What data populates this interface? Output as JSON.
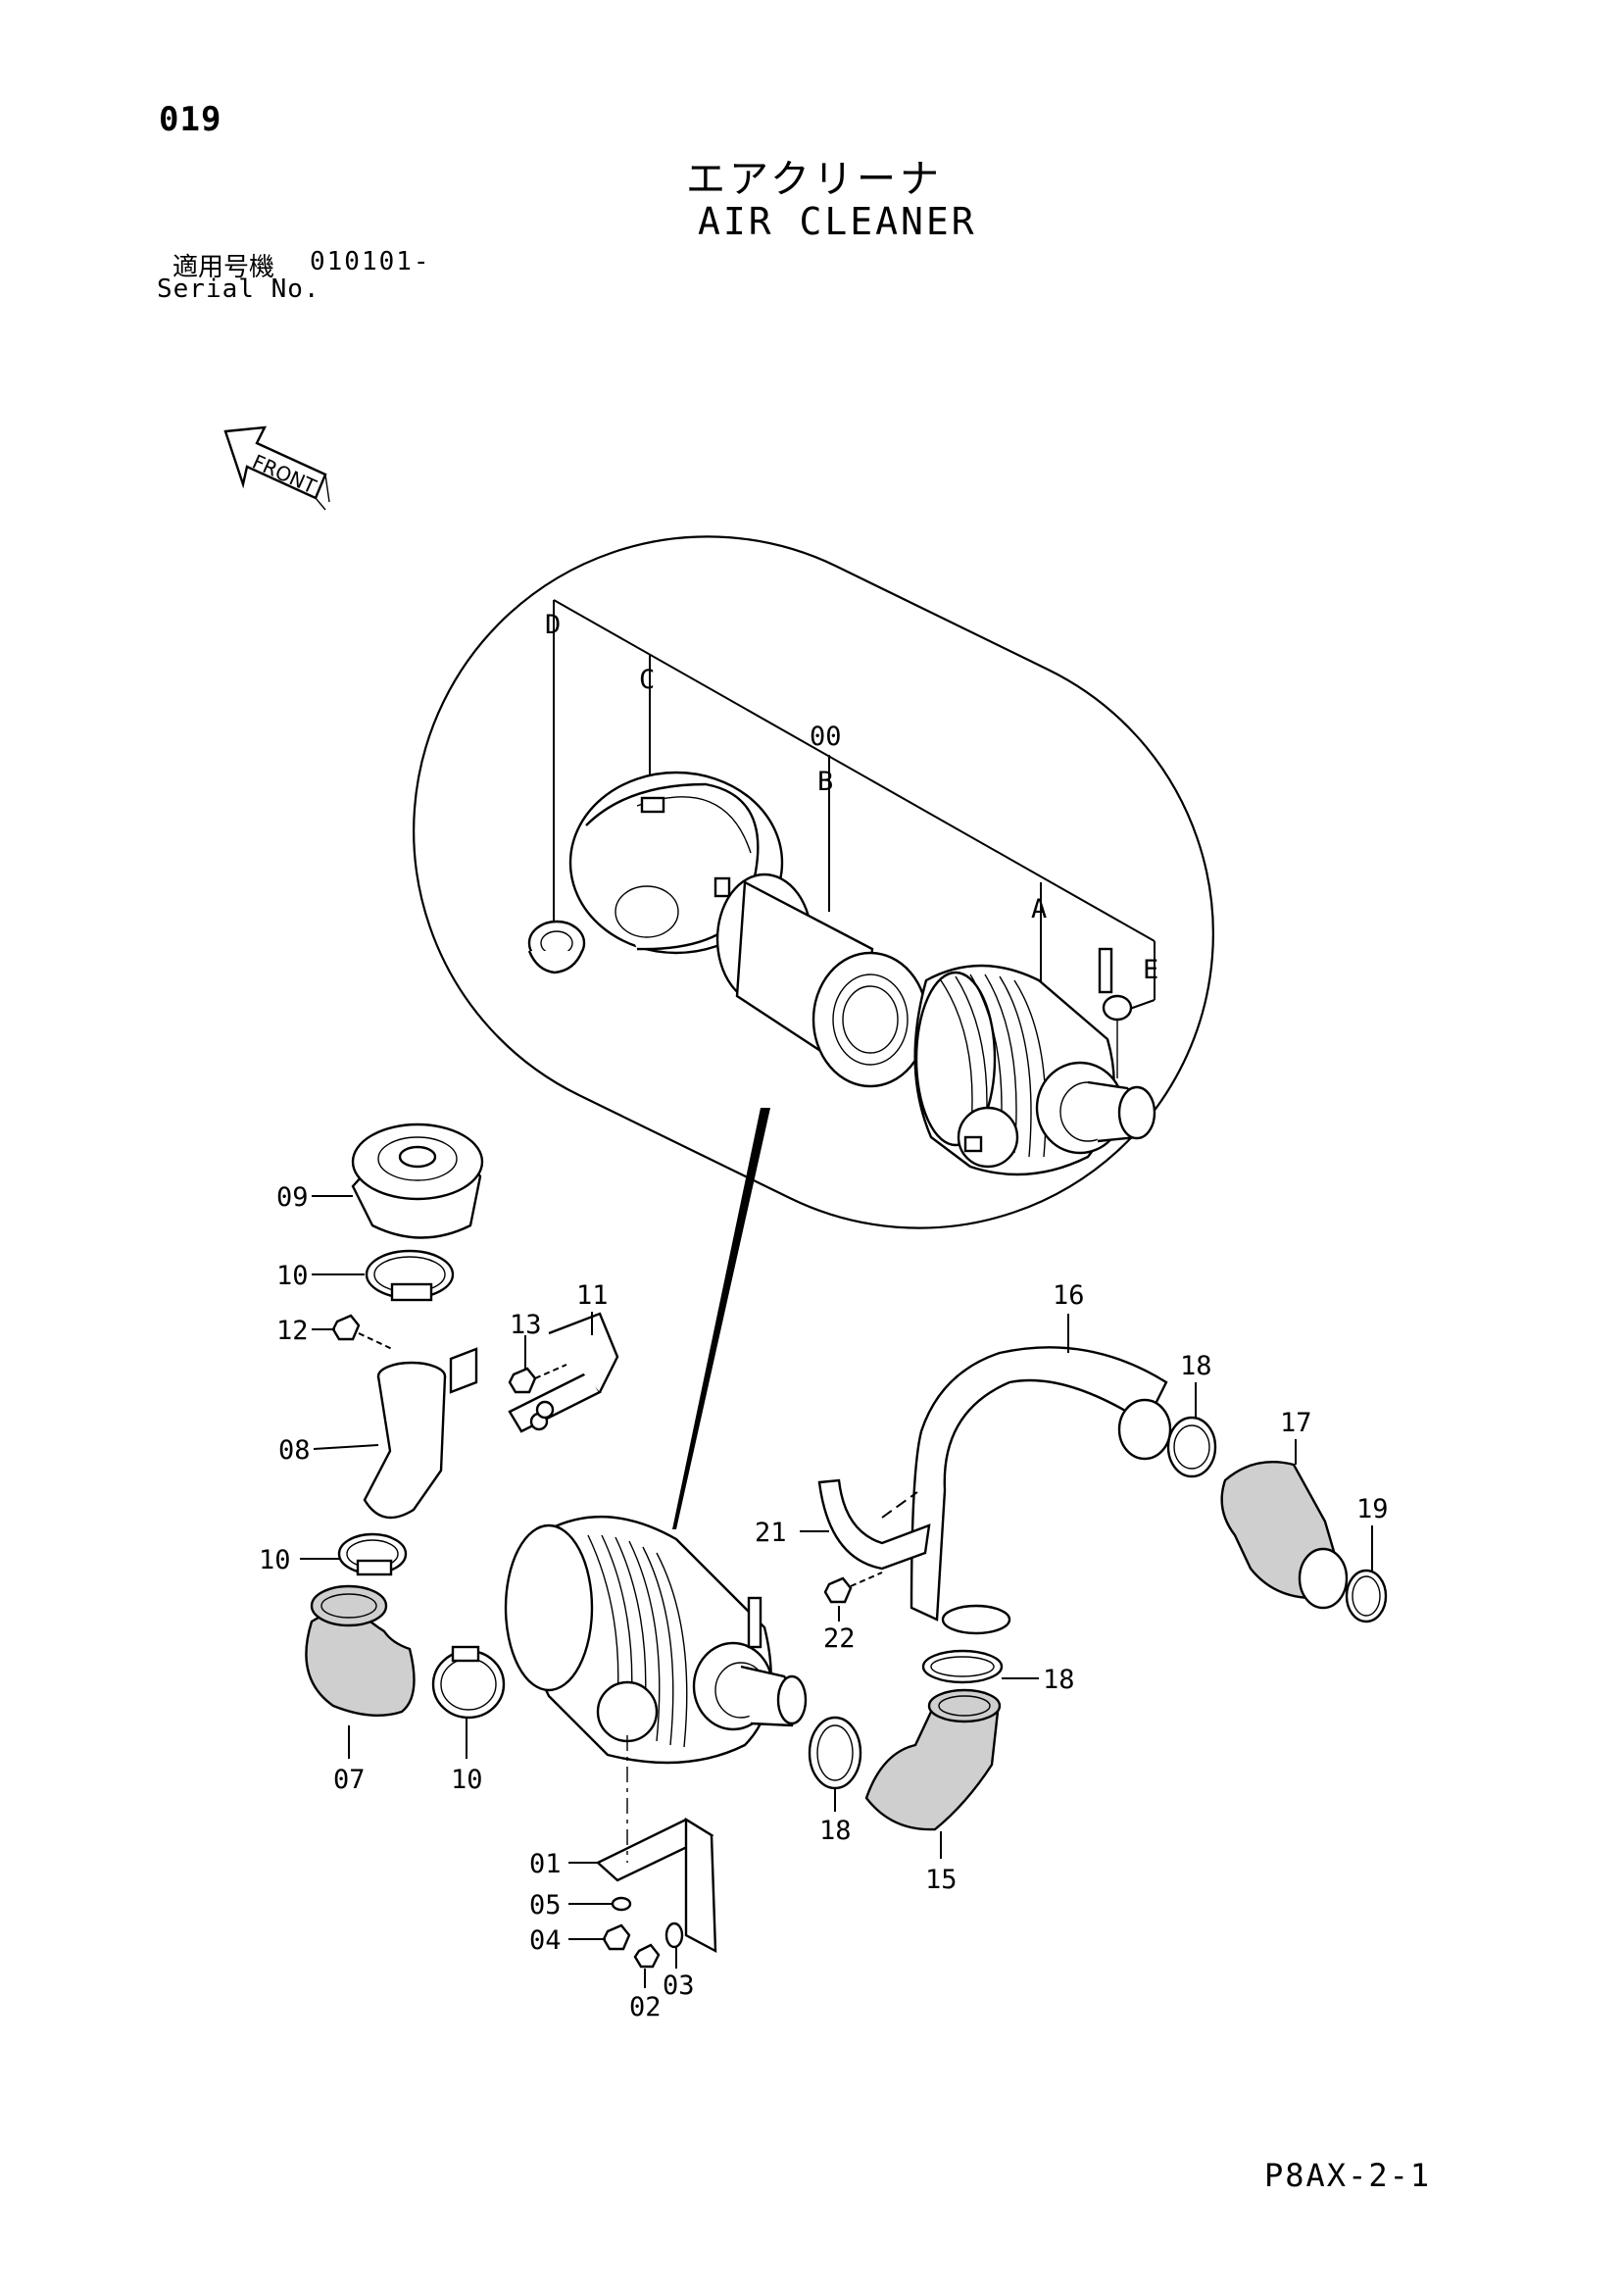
{
  "header": {
    "page_number": "019",
    "title_jp": "エアクリーナ",
    "title_en": "AIR CLEANER",
    "serial_label_jp": "適用号機",
    "serial_value": "010101-",
    "serial_label_en": "Serial No."
  },
  "front_indicator": "FRONT",
  "footer": {
    "code": "P8AX-2-1"
  },
  "detail_labels": {
    "d": "D",
    "c": "C",
    "assy": "00",
    "b": "B",
    "a": "A",
    "e": "E"
  },
  "part_labels": {
    "p09": "09",
    "p10a": "10",
    "p12": "12",
    "p13": "13",
    "p11": "11",
    "p08": "08",
    "p10b": "10",
    "p07": "07",
    "p10c": "10",
    "p16": "16",
    "p18a": "18",
    "p17": "17",
    "p19": "19",
    "p21": "21",
    "p22": "22",
    "p18b": "18",
    "p18c": "18",
    "p15": "15",
    "p01": "01",
    "p05": "05",
    "p04": "04",
    "p02": "02",
    "p03": "03"
  }
}
